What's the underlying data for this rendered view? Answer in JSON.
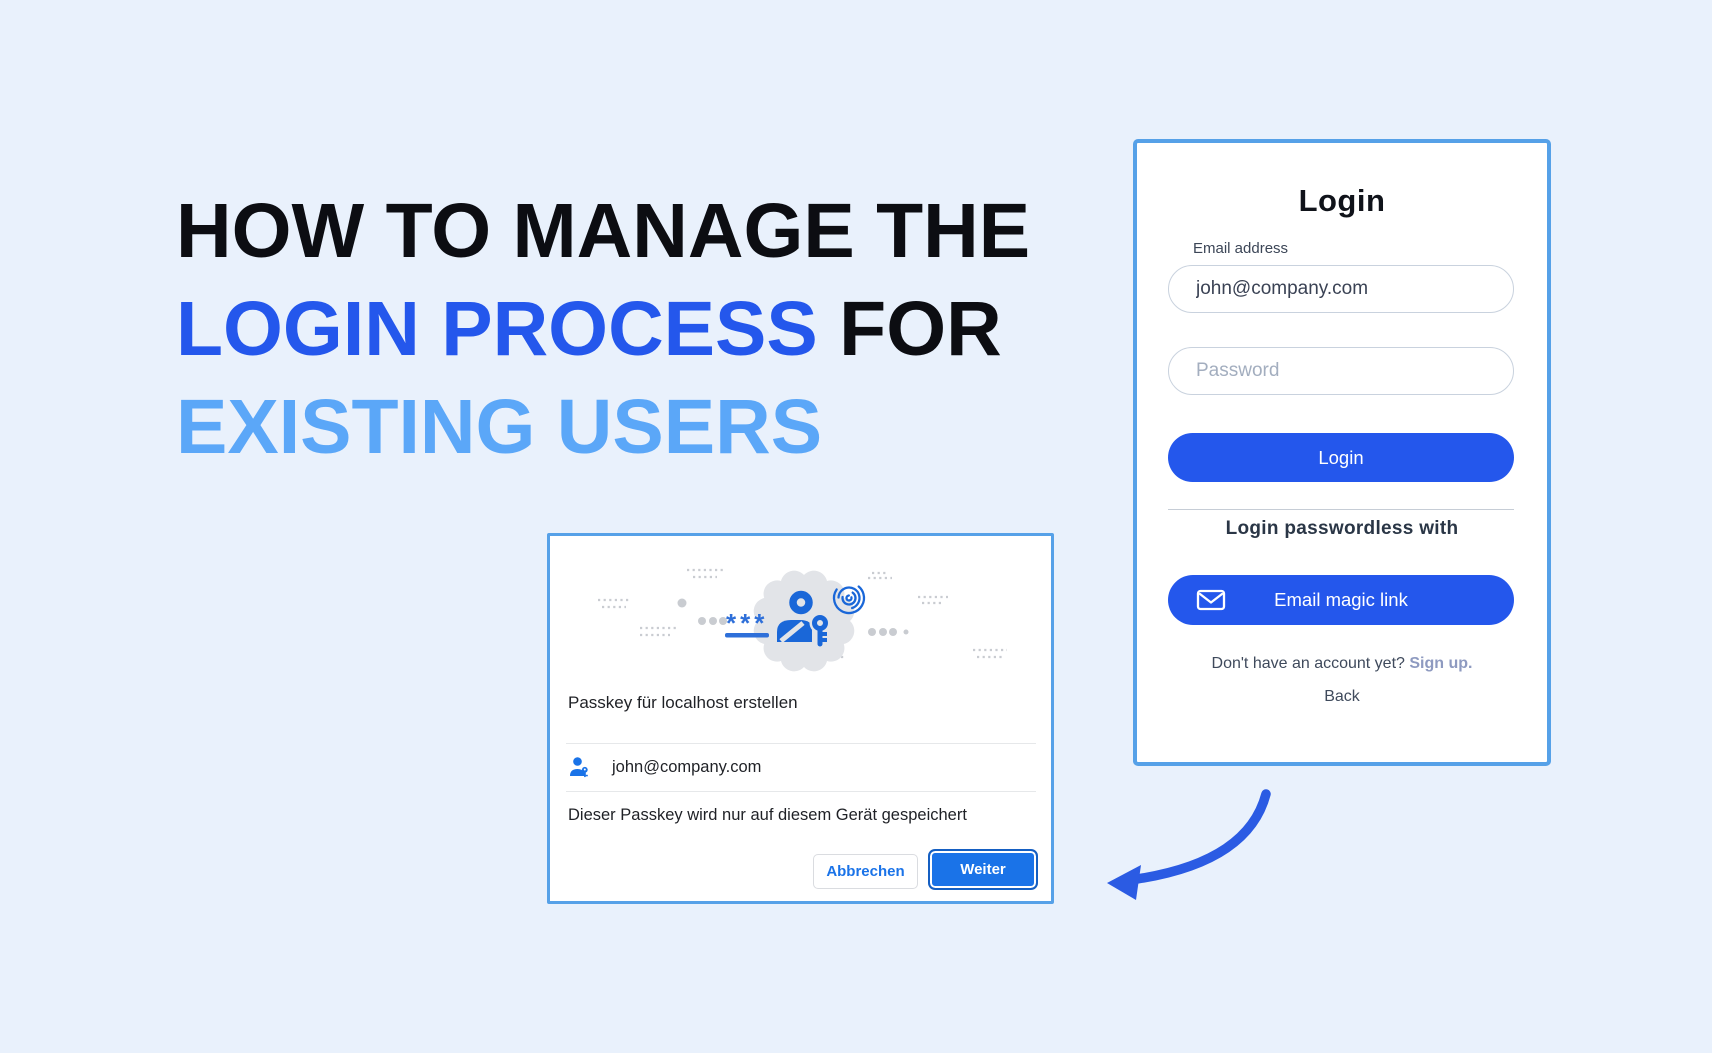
{
  "heading": {
    "line1": "HOW TO MANAGE THE",
    "line2_accent": "LOGIN PROCESS",
    "line2_rest": " FOR",
    "line3": "EXISTING USERS"
  },
  "login_card": {
    "title": "Login",
    "email_label": "Email address",
    "email_value": "john@company.com",
    "password_placeholder": "Password",
    "login_button_label": "Login",
    "passwordless_text": "Login passwordless with",
    "magic_link_button_label": "Email magic link",
    "signup_prompt": "Don't have an account yet? ",
    "signup_link_label": "Sign up.",
    "back_label": "Back"
  },
  "passkey_dialog": {
    "title": "Passkey für localhost erstellen",
    "account_email": "john@company.com",
    "note": "Dieser Passkey wird nur auf diesem Gerät gespeichert",
    "cancel_button_label": "Abbrechen",
    "continue_button_label": "Weiter",
    "illustration_asterisks": "***"
  },
  "colors": {
    "page_background": "#E9F1FC",
    "heading_black": "#0C0D12",
    "heading_blue": "#2457EC",
    "heading_light_blue": "#5BA7F8",
    "card_border": "#56A1E8",
    "primary_button_blue": "#2457EC",
    "dialog_blue": "#1A73E8",
    "dialog_blue_dark": "#155FC2",
    "arrow_blue": "#2B5BE3",
    "signup_link_color": "#8E9AC0",
    "illustration_gray": "#E2E4E8"
  }
}
